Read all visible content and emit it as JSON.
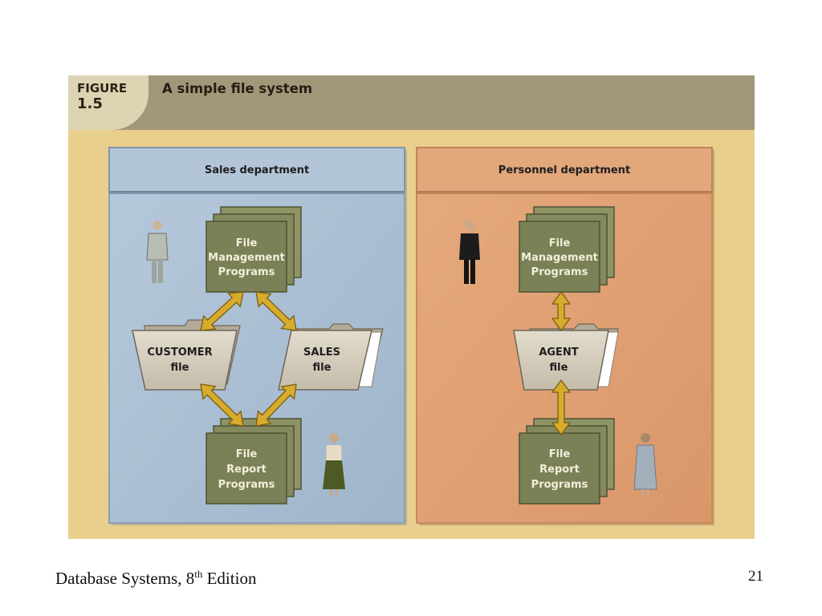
{
  "figure": {
    "label": "FIGURE",
    "number": "1.5",
    "title": "A simple file system"
  },
  "departments": {
    "sales": {
      "title": "Sales department",
      "top_program": [
        "File",
        "Management",
        "Programs"
      ],
      "bottom_program": [
        "File",
        "Report",
        "Programs"
      ],
      "file_left": [
        "CUSTOMER",
        "file"
      ],
      "file_right": [
        "SALES",
        "file"
      ]
    },
    "personnel": {
      "title": "Personnel department",
      "top_program": [
        "File",
        "Management",
        "Programs"
      ],
      "bottom_program": [
        "File",
        "Report",
        "Programs"
      ],
      "file_center": [
        "AGENT",
        "file"
      ]
    }
  },
  "footer": {
    "title_prefix": "Database Systems, 8",
    "title_sup": "th",
    "title_suffix": " Edition",
    "page_number": "21"
  },
  "colors": {
    "sales_panel": "#a8bdd2",
    "personnel_panel": "#dfa173",
    "program_box": "#7a8154",
    "arrow": "#d2a62a",
    "folder": "#d3ccbc",
    "figure_background": "#e8cf8e",
    "header_band": "#a3977a"
  }
}
